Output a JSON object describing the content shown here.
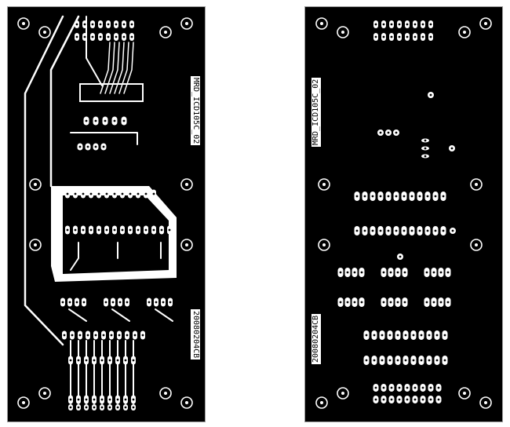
{
  "boards": {
    "front": {
      "labels": {
        "project": "MRD_ICD105C_02",
        "date": "20080204CB"
      }
    },
    "back": {
      "labels": {
        "project": "MRD_ICD105C_02",
        "date": "20080204CB"
      }
    }
  },
  "colors": {
    "copper": "#ffffff",
    "substrate": "#000000",
    "outline": "#9a9a9a"
  }
}
